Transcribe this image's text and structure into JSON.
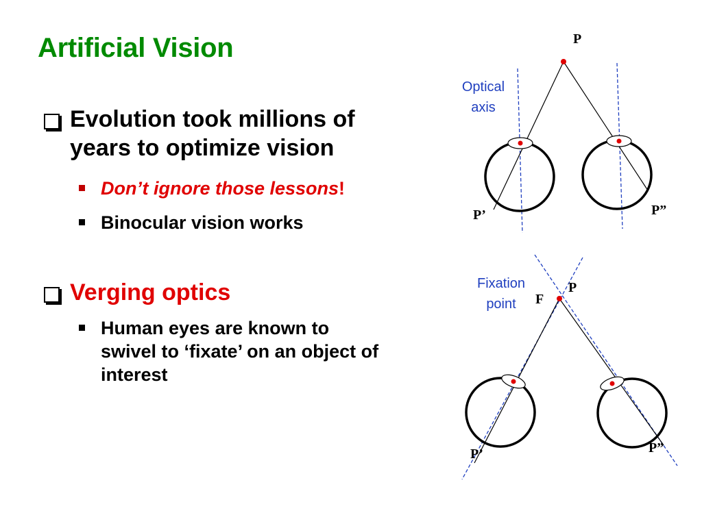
{
  "slide": {
    "title": "Artificial Vision"
  },
  "bullets": {
    "evolution": {
      "line1": "Evolution took millions of",
      "line2": "years to optimize vision",
      "sub1": "Don’t ignore those lessons",
      "sub1_suffix": "!",
      "sub2": "Binocular vision works"
    },
    "verging": {
      "label": "Verging optics",
      "sub1_line1": "Human eyes are known to",
      "sub1_line2": "swivel to ‘fixate’ on an object of",
      "sub1_line3": "interest"
    }
  },
  "diagram_top": {
    "point_label": "P",
    "axis_label_line1": "Optical",
    "axis_label_line2": "axis",
    "left_image_label": "P’",
    "right_image_label": "P”"
  },
  "diagram_bottom": {
    "point_label": "P",
    "fixation_label": "F",
    "fixation_text_line1": "Fixation",
    "fixation_text_line2": "point",
    "left_image_label": "P’",
    "right_image_label": "P”"
  },
  "colors": {
    "title": "#008A00",
    "question_box_blue": "#003399",
    "verging": "#E00000",
    "axis": "#1F3FBF",
    "point": "#E00000"
  }
}
